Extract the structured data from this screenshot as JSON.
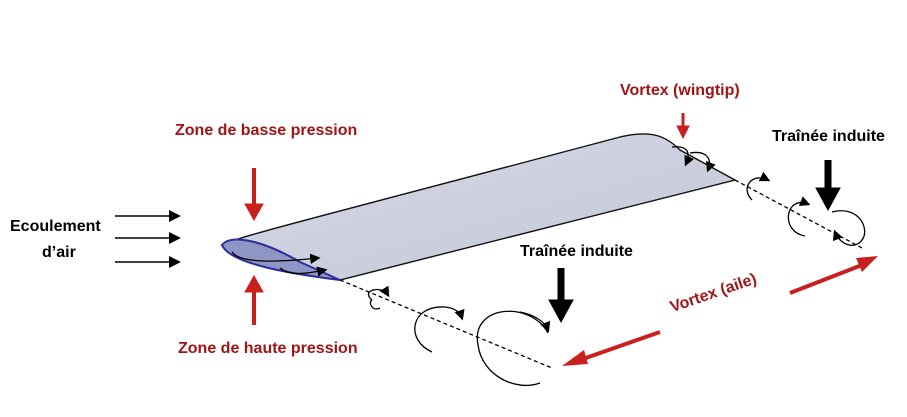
{
  "labels": {
    "airflow_line1": "Ecoulement",
    "airflow_line2": "d’air",
    "low_pressure": "Zone de basse pression",
    "high_pressure": "Zone de haute pression",
    "vortex_wingtip": "Vortex (wingtip)",
    "induced_drag_1": "Traînée induite",
    "induced_drag_2": "Traînée induite",
    "vortex_wing": "Vortex (aile)"
  },
  "colors": {
    "accent_red": "#a01515",
    "wing_fill": "#c9ccdb",
    "airfoil_edge": "#2a2f9a"
  }
}
